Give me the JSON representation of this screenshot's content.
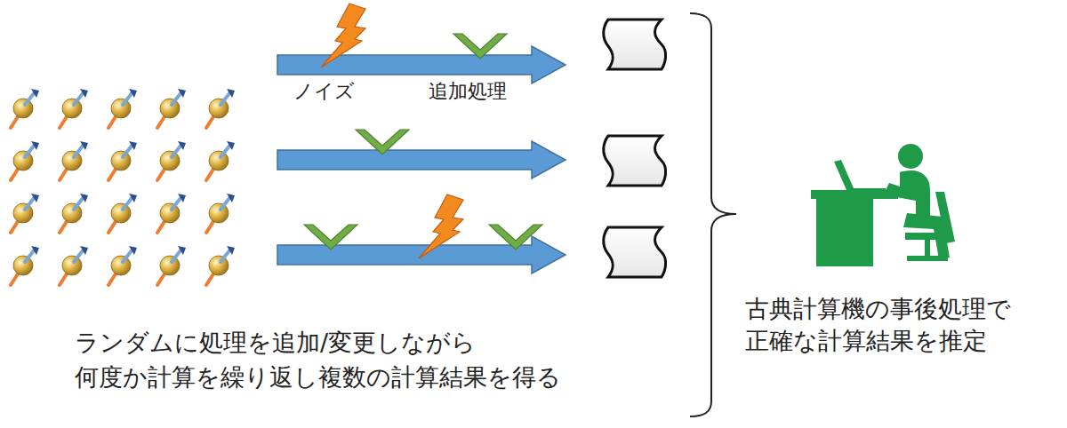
{
  "diagram": {
    "labels": [
      "ノイズ",
      "追加処理",
      "ランダムに処理を追加/変更しながら 何度か計算を繰り返し複数の計算結果を得る",
      "古典計算機の事後処理で 正確な計算結果を推定"
    ]
  }
}
